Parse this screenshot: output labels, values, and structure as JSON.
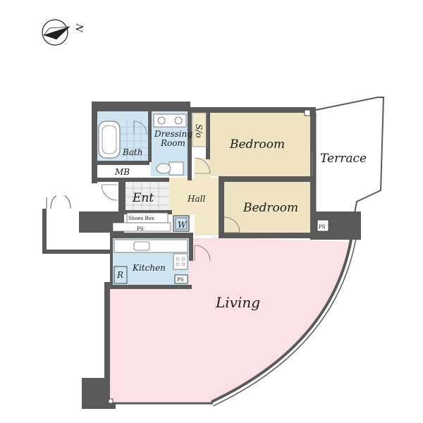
{
  "compass": {
    "north_label": "N",
    "icon": "north-arrow-icon"
  },
  "rooms": {
    "bath": "Bath",
    "dressing_room": "Dressing\nRoom",
    "storage": "S/o",
    "bedroom_1": "Bedroom",
    "bedroom_2": "Bedroom",
    "terrace": "Terrace",
    "mb": "MB",
    "entrance": "Ent",
    "hall": "Hall",
    "shoes_box": "Shoes Box",
    "washer": "W",
    "ps_1": "PS",
    "ps_2": "PS",
    "ps_3": "PS",
    "kitchen": "Kitchen",
    "refrigerator": "R",
    "living": "Living"
  },
  "colors": {
    "wall": "#5a5a5a",
    "wet_area": "#cfe6f2",
    "bedroom": "#efe3c2",
    "hall": "#f3e8c8",
    "living": "#fbe1e6",
    "outline": "#333333"
  }
}
